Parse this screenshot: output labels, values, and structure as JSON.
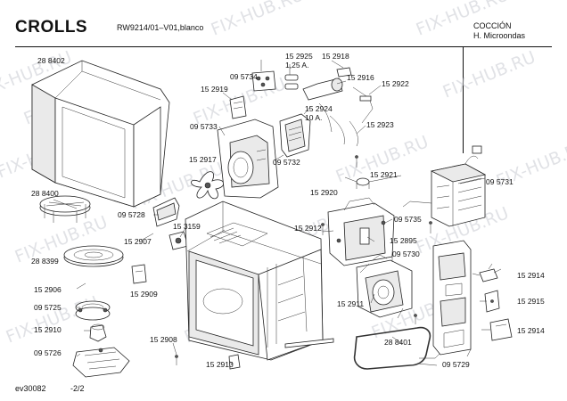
{
  "header": {
    "brand": "CROLLS",
    "model": "RW9214/01–V01,blanco",
    "category_line1": "COCCIÓN",
    "category_line2": "H. Microondas"
  },
  "footer": {
    "doc_code": "ev30082",
    "page": "-2/2"
  },
  "watermark": "FIX-HUB.RU",
  "parts": {
    "p288402": "28 8402",
    "p288400": "28 8400",
    "p288399": "28 8399",
    "p152906": "15 2906",
    "p095725": "09 5725",
    "p152910": "15 2910",
    "p095726": "09 5726",
    "p095728": "09 5728",
    "p152907": "15 2907",
    "p152909": "15 2909",
    "p152908": "15 2908",
    "p152913": "15 2913",
    "p153159": "15 3159",
    "p152917": "15 2917",
    "p095733": "09 5733",
    "p152919": "15 2919",
    "p095734": "09 5734",
    "p152925": "15 2925",
    "fuse1": "1,25 A.",
    "p152918": "15 2918",
    "p152916": "15 2916",
    "p152922": "15 2922",
    "p152924": "15 2924",
    "fuse2": "10 A.",
    "p152923": "15 2923",
    "p095732": "09 5732",
    "p152920": "15 2920",
    "p152921": "15 2921",
    "p095731": "09 5731",
    "p152912": "15 2912",
    "p095735": "09 5735",
    "p152895": "15 2895",
    "p095730": "09 5730",
    "p152911": "15 2911",
    "p288401": "28 8401",
    "p095729": "09 5729",
    "p152914a": "15 2914",
    "p152915": "15 2915",
    "p152914b": "15 2914"
  }
}
